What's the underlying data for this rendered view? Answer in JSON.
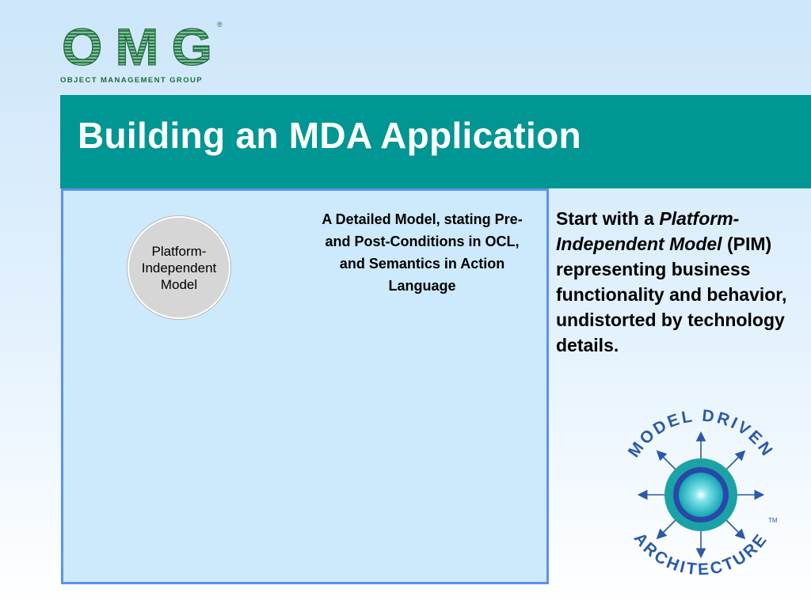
{
  "logo": {
    "letters": "OMG",
    "registered": "®",
    "subtitle": "OBJECT MANAGEMENT GROUP"
  },
  "title": "Building an MDA Application",
  "diagram": {
    "pim_label": "Platform-Independent Model",
    "detail_text": "A Detailed Model, stating Pre- and Post-Conditions in OCL, and Semantics in Action Language"
  },
  "description": {
    "prefix": "Start with a ",
    "italic": "Platform-Independent Model",
    "suffix": " (PIM) representing business functionality and behavior, undistorted by technology details."
  },
  "mda_logo": {
    "top_text": "MODEL DRIVEN",
    "bottom_text": "ARCHITECTURE",
    "tm": "TM"
  },
  "colors": {
    "title_bar": "#009694",
    "diagram_bg": "#cde9fc",
    "diagram_border": "#5b92ee",
    "omg_green": "#1f6b3e",
    "mda_blue": "#2a5aa8"
  }
}
